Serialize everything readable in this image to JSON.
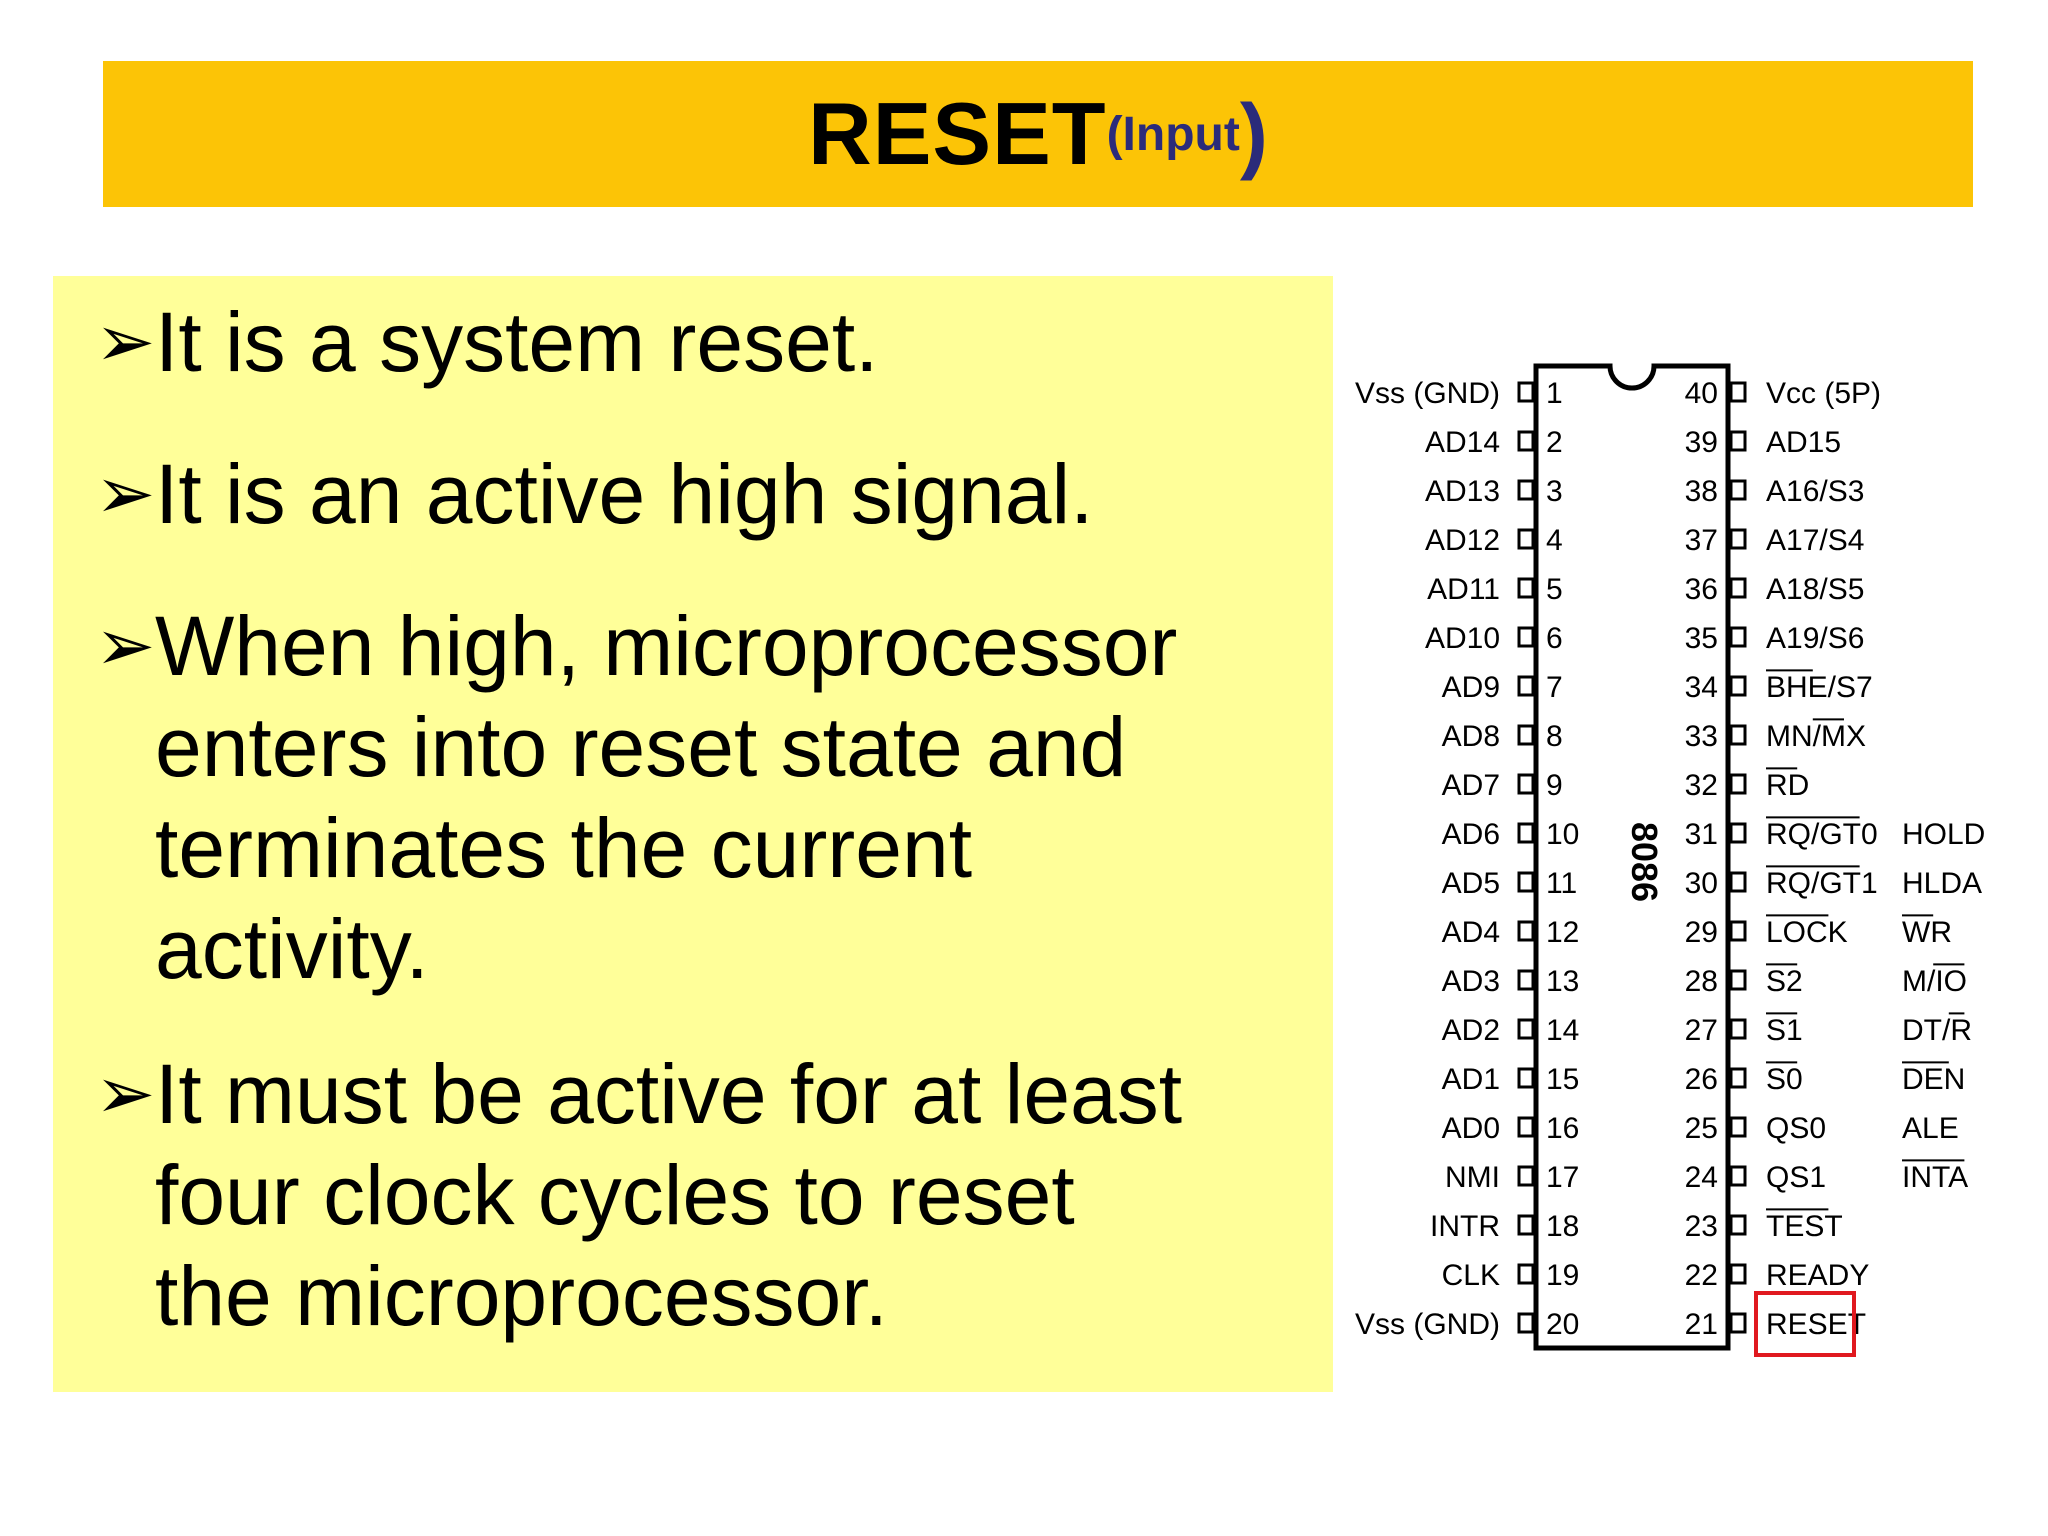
{
  "title": {
    "main": "RESET",
    "sub": "(Input",
    "paren": ")"
  },
  "bullets": [
    {
      "lines": [
        "It is a system reset."
      ]
    },
    {
      "lines": [
        "It is an active high signal."
      ]
    },
    {
      "lines": [
        "When high, microprocessor",
        "enters into reset state and",
        "terminates the current",
        "activity."
      ]
    },
    {
      "lines": [
        "It must be active for at least",
        "four clock cycles to reset",
        "the microprocessor."
      ]
    }
  ],
  "chip": {
    "name": "8086",
    "left_pins": [
      {
        "num": "1",
        "label": "Vss (GND)"
      },
      {
        "num": "2",
        "label": "AD14"
      },
      {
        "num": "3",
        "label": "AD13"
      },
      {
        "num": "4",
        "label": "AD12"
      },
      {
        "num": "5",
        "label": "AD11"
      },
      {
        "num": "6",
        "label": "AD10"
      },
      {
        "num": "7",
        "label": "AD9"
      },
      {
        "num": "8",
        "label": "AD8"
      },
      {
        "num": "9",
        "label": "AD7"
      },
      {
        "num": "10",
        "label": "AD6"
      },
      {
        "num": "11",
        "label": "AD5"
      },
      {
        "num": "12",
        "label": "AD4"
      },
      {
        "num": "13",
        "label": "AD3"
      },
      {
        "num": "14",
        "label": "AD2"
      },
      {
        "num": "15",
        "label": "AD1"
      },
      {
        "num": "16",
        "label": "AD0"
      },
      {
        "num": "17",
        "label": "NMI"
      },
      {
        "num": "18",
        "label": "INTR"
      },
      {
        "num": "19",
        "label": "CLK"
      },
      {
        "num": "20",
        "label": "Vss (GND)"
      }
    ],
    "right_pins": [
      {
        "num": "40",
        "label": "Vcc (5P)",
        "alt": ""
      },
      {
        "num": "39",
        "label": "AD15",
        "alt": ""
      },
      {
        "num": "38",
        "label": "A16/S3",
        "alt": ""
      },
      {
        "num": "37",
        "label": "A17/S4",
        "alt": ""
      },
      {
        "num": "36",
        "label": "A18/S5",
        "alt": ""
      },
      {
        "num": "35",
        "label": "A19/S6",
        "alt": ""
      },
      {
        "num": "34",
        "label": "BHE/S7",
        "alt": ""
      },
      {
        "num": "33",
        "label": "MN/MX",
        "alt": ""
      },
      {
        "num": "32",
        "label": "RD",
        "alt": ""
      },
      {
        "num": "31",
        "label": "RQ/GT0",
        "alt": "HOLD"
      },
      {
        "num": "30",
        "label": "RQ/GT1",
        "alt": "HLDA"
      },
      {
        "num": "29",
        "label": "LOCK",
        "alt": "WR"
      },
      {
        "num": "28",
        "label": "S2",
        "alt": "M/IO"
      },
      {
        "num": "27",
        "label": "S1",
        "alt": "DT/R"
      },
      {
        "num": "26",
        "label": "S0",
        "alt": "DEN"
      },
      {
        "num": "25",
        "label": "QS0",
        "alt": "ALE"
      },
      {
        "num": "24",
        "label": "QS1",
        "alt": "INTA"
      },
      {
        "num": "23",
        "label": "TEST",
        "alt": ""
      },
      {
        "num": "22",
        "label": "READY",
        "alt": ""
      },
      {
        "num": "21",
        "label": "RESET",
        "alt": ""
      }
    ],
    "highlight_pin": "RESET",
    "highlight_color": "#e0191f"
  }
}
